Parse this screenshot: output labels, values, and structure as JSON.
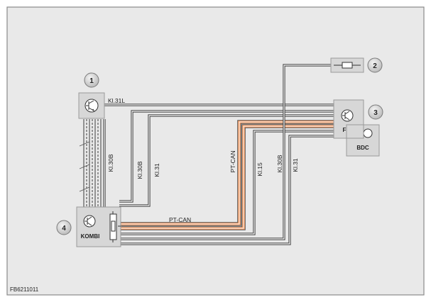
{
  "diagram": {
    "figure_id": "FB6211011",
    "callouts": [
      "1",
      "2",
      "3",
      "4"
    ],
    "components": {
      "sensor": {
        "icon": "transistor-sensor-icon"
      },
      "fuse": {
        "icon": "fuse-icon"
      },
      "fem": {
        "label": "FEM",
        "icon": "transistor-icon"
      },
      "bdc": {
        "label": "BDC"
      },
      "kombi": {
        "label": "KOMBI",
        "icon": "transistor-icon",
        "extra_icon": "potentiometer-icon"
      }
    },
    "wire_labels": {
      "kl31l": "Kl.31L",
      "kl30b_a": "Kl.30B",
      "kl30b_b": "Kl.30B",
      "kl31_a": "Kl.31",
      "pt_can_vertical": "PT-CAN",
      "pt_can_horizontal": "PT-CAN",
      "kl15": "Kl.15",
      "kl30b_c": "Kl.30B",
      "kl31_b": "Kl.31"
    },
    "colors": {
      "background": "#e9e9e9",
      "frame": "#8a8a8a",
      "box_fill": "#d7d7d7",
      "box_stroke": "#9a9a9a",
      "wire": "#3a3a3a",
      "can_orange": "#f29a63",
      "callout_fill": "#cfcfcf"
    }
  }
}
